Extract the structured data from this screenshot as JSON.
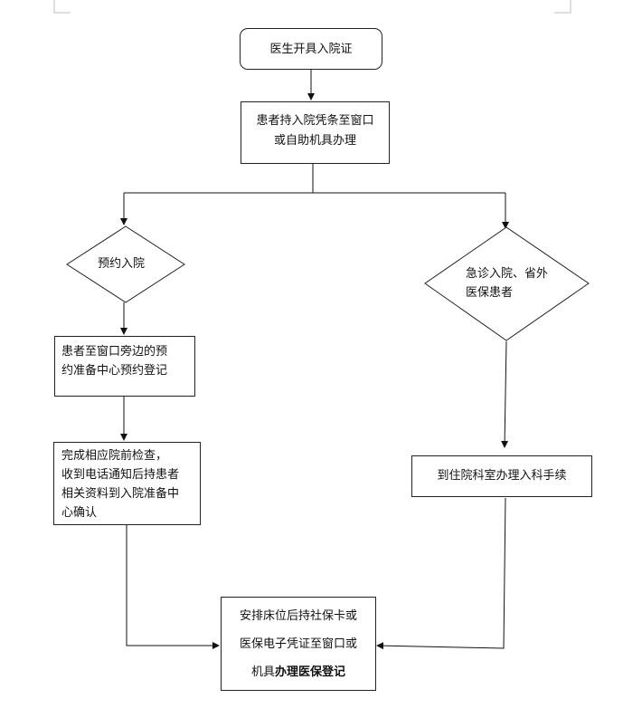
{
  "flowchart": {
    "start": "医生开具入院证",
    "step_window": [
      "患者持入院凭条至窗口",
      "或自助机具办理"
    ],
    "branch_left": "预约入院",
    "branch_right": [
      "急诊入院、省外",
      "医保患者"
    ],
    "left_step1": [
      "患者至窗口旁边的预",
      "约准备中心预约登记"
    ],
    "left_step2": [
      "完成相应院前检查，",
      "收到电话通知后持患者",
      "相关资料到入院准备中",
      "心确认"
    ],
    "right_step1": "到住院科室办理入科手续",
    "final": {
      "line1": "安排床位后持社保卡或",
      "line2": "医保电子凭证至窗口或",
      "line3_normal": "机具",
      "line3_bold": "办理医保登记"
    }
  }
}
